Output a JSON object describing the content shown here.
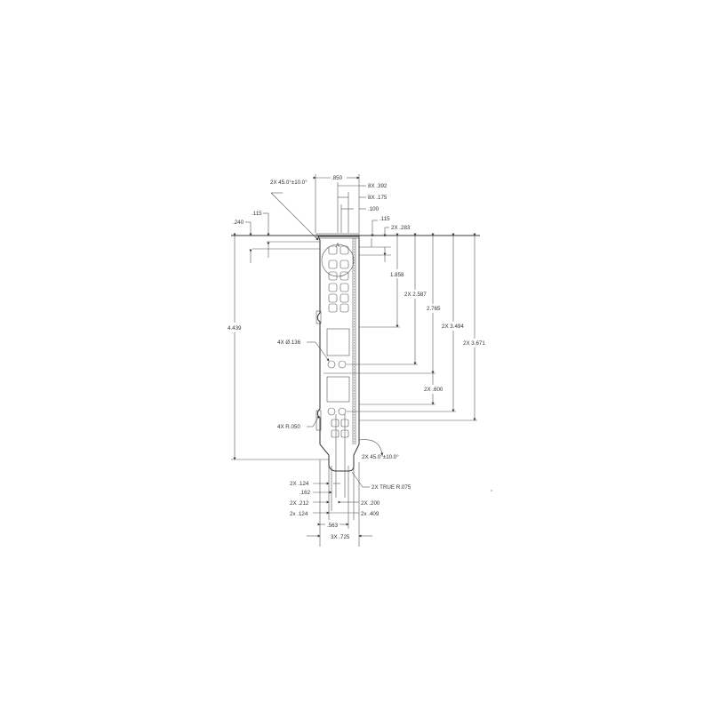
{
  "drawing": {
    "type": "engineering-dimension-drawing",
    "detail_label": "A",
    "top_dims": {
      "chamfer": "2X 45.0°±10.0°",
      "width_850": ".850",
      "dim_392": "8X .392",
      "dim_175": "8X .175",
      "dim_100": ".100",
      "dim_115_right": ".115",
      "dim_283": "2X .283",
      "dim_115_left": ".115",
      "dim_240": ".240"
    },
    "left_dims": {
      "overall_height": "4.439",
      "hole_dia": "4X Ø.136",
      "radius": "4X R.050"
    },
    "right_dims": {
      "d1858": "1.858",
      "d2587": "2X 2.587",
      "d2765": "2.765",
      "d3494": "2X 3.494",
      "d3671": "2X 3.671",
      "d600": "2X .600"
    },
    "bottom_dims": {
      "chamfer": "2X 45.0°±10.0°",
      "true_radius": "2X TRUE R.075",
      "d124a": "2X .124",
      "d162": ".162",
      "d212": "2X .212",
      "d124b": "2x .124",
      "d200": "2X .200",
      "d409": "2x .409",
      "d563": ".563",
      "d725": "3X .725"
    }
  }
}
